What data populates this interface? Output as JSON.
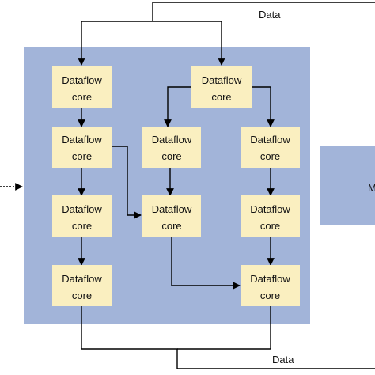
{
  "diagram": {
    "core_line1": "Dataflow",
    "core_line2": "core",
    "top_data_label": "Data",
    "bottom_data_label": "Data",
    "right_block_partial_label": "M"
  },
  "colors": {
    "panel": "#a2b4d9",
    "core_box": "#faefc0",
    "wire": "#000000"
  }
}
